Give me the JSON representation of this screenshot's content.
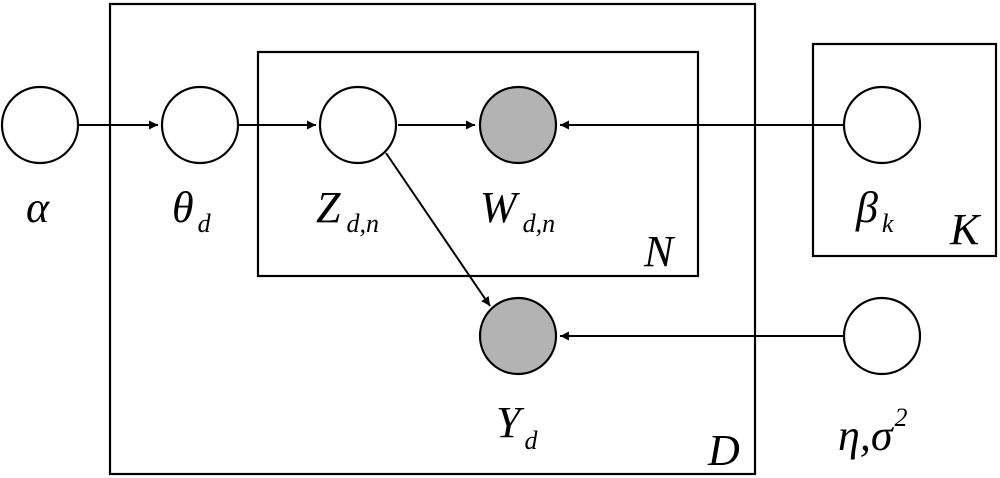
{
  "colors": {
    "observed": "#b3b3b3",
    "latent": "#ffffff",
    "line": "#000000"
  },
  "plates": {
    "D": "D",
    "N": "N",
    "K": "K"
  },
  "nodes": {
    "alpha": {
      "main": "α",
      "sub": "",
      "sup": "",
      "observed": false
    },
    "theta": {
      "main": "θ",
      "sub": "d",
      "sup": "",
      "observed": false
    },
    "z": {
      "main": "Z",
      "sub": "d,n",
      "sup": "",
      "observed": false
    },
    "w": {
      "main": "W",
      "sub": "d,n",
      "sup": "",
      "observed": true
    },
    "beta": {
      "main": "β",
      "sub": "k",
      "sup": "",
      "observed": false
    },
    "y": {
      "main": "Y",
      "sub": "d",
      "sup": "",
      "observed": true
    },
    "eta": {
      "main": "η,σ",
      "sub": "",
      "sup": "2",
      "observed": false
    }
  }
}
